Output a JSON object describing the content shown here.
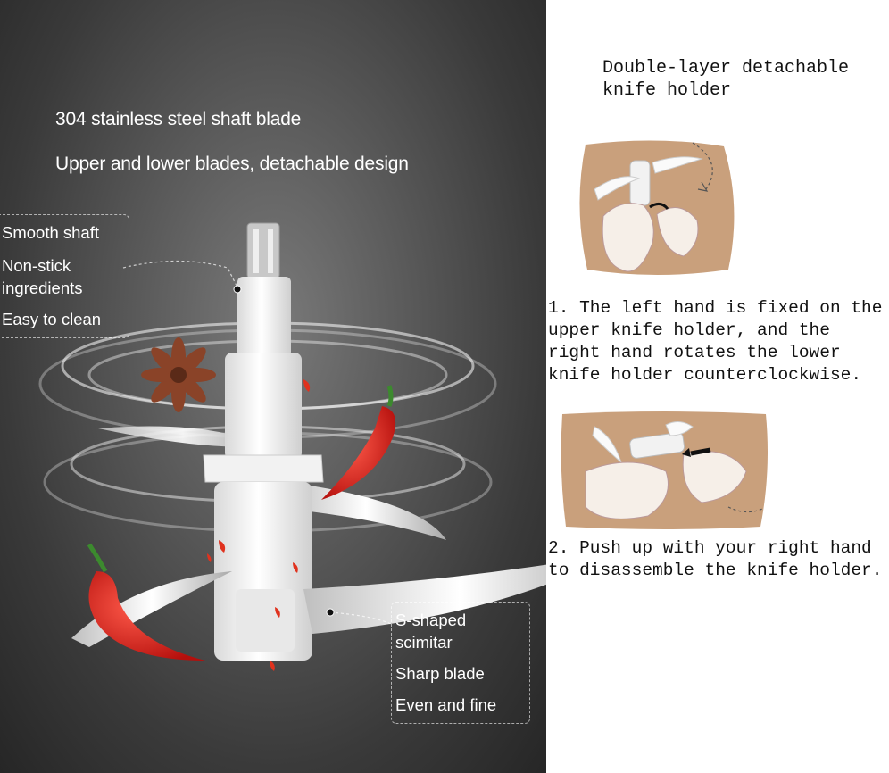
{
  "left": {
    "headline_1": "304 stainless steel shaft blade",
    "headline_2": "Upper and lower blades, detachable design",
    "callout_top": [
      "Smooth shaft",
      "Non-stick",
      "ingredients",
      "Easy to clean"
    ],
    "callout_bottom": [
      "S-shaped",
      "scimitar",
      "Sharp blade",
      "Even and fine"
    ]
  },
  "right": {
    "title": "Double-layer detachable knife holder",
    "step_1": "1. The left hand is fixed on the upper knife holder, and the right hand rotates the lower knife holder counterclockwise.",
    "step_2": "2. Push up with your right hand to disassemble the knife holder."
  },
  "colors": {
    "panel_dark": "#3a3a3a",
    "photo_tan": "#c9a07c",
    "chili_red": "#d8201c",
    "anise_brown": "#7a3a22"
  }
}
